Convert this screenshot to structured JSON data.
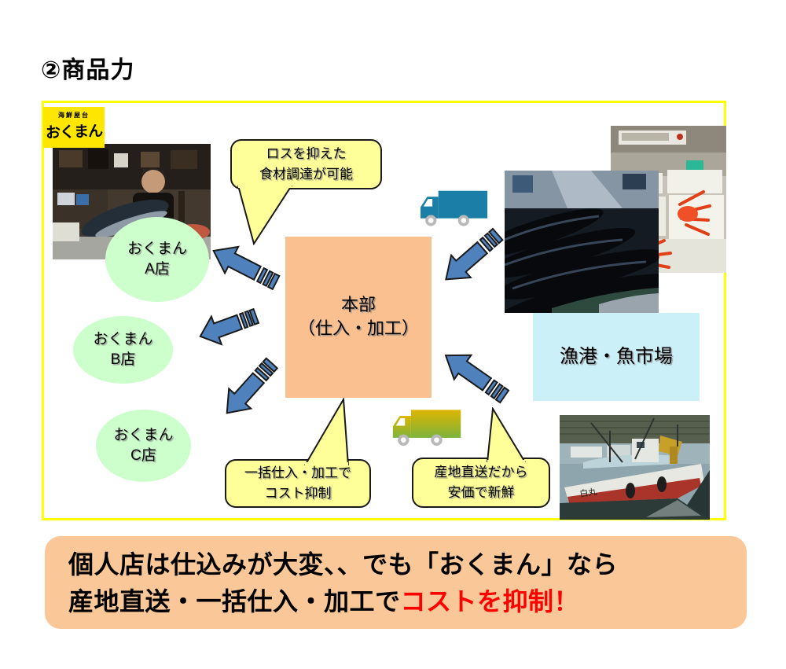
{
  "page": {
    "title": "②商品力"
  },
  "logo": {
    "sub": "海鮮屋台",
    "main": "おくまん"
  },
  "diagram": {
    "hq": {
      "line1": "本部",
      "line2": "（仕入・加工）"
    },
    "market": "漁港・魚市場",
    "stores": {
      "a": {
        "line1": "おくまん",
        "line2": "A店"
      },
      "b": {
        "line1": "おくまん",
        "line2": "B店"
      },
      "c": {
        "line1": "おくまん",
        "line2": "C店"
      }
    },
    "bubbles": {
      "loss": {
        "line1": "ロスを抑えた",
        "line2": "食材調達が可能"
      },
      "bulk": {
        "line1": "一括仕入・加工で",
        "line2": "コスト抑制"
      },
      "direct": {
        "line1": "産地直送だから",
        "line2": "安価で新鮮"
      }
    },
    "icons": [
      "truck-blue-icon",
      "truck-green-icon",
      "arrow-blue"
    ]
  },
  "summary": {
    "line1": "個人店は仕込みが大変、、でも「おくまん」なら",
    "line2": "産地直送・一括仕入・加工で",
    "line2_highlight": "コストを抑制！"
  },
  "colors": {
    "frame_yellow": "#FFFF00",
    "logo_yellow": "#FFE600",
    "hq_orange": "#FAC090",
    "banner_orange": "#FAC898",
    "store_green": "#CCFFCC",
    "market_cyan": "#CBF0F8",
    "bubble_yellow": "#FFFF99",
    "arrow_blue": "#4F81BD",
    "truck_blue": "#1B7EA6",
    "truck_green": "#7CB43C",
    "highlight_red": "#FF0000"
  }
}
